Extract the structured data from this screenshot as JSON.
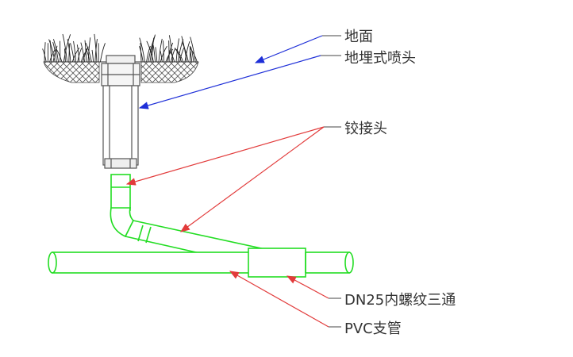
{
  "labels": {
    "ground": "地面",
    "sprinkler": "地埋式喷头",
    "joint": "铰接头",
    "tee": "DN25内螺纹三通",
    "pipe": "PVC支管"
  },
  "colors": {
    "pipe_green": "#22dd22",
    "arrow_blue": "#1e2fd8",
    "arrow_red": "#e23b3b",
    "leader_gray": "#444444",
    "body_gray": "#666666"
  }
}
